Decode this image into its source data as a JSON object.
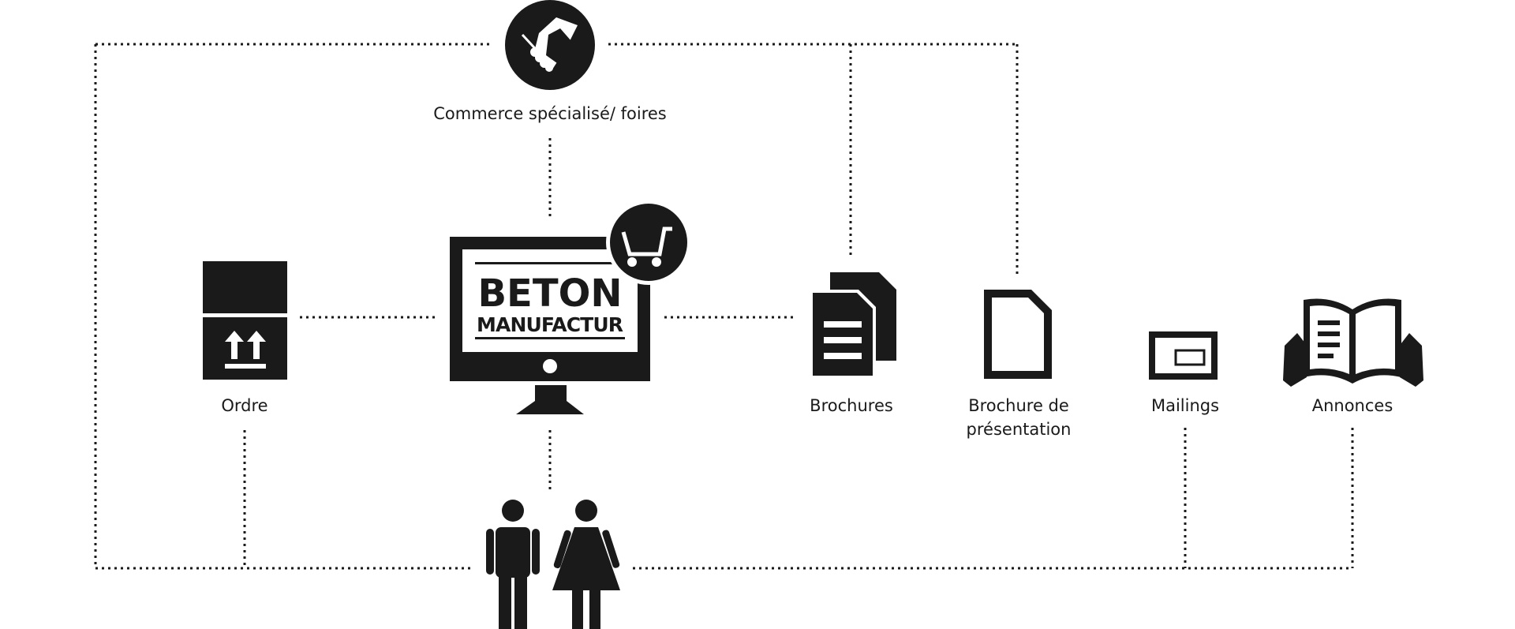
{
  "nodes": {
    "trade": {
      "label": "Commerce spécialisé/ foires",
      "icon": "handshake-icon"
    },
    "shop": {
      "logo_line1": "BETON",
      "logo_line2": "MANUFACTUR",
      "icon": "computer-shopping-cart-icon"
    },
    "order": {
      "label": "Ordre",
      "icon": "package-box-icon"
    },
    "brochures": {
      "label": "Brochures",
      "icon": "documents-icon"
    },
    "presentation": {
      "label_line1": "Brochure de",
      "label_line2": "présentation",
      "icon": "document-icon"
    },
    "mailings": {
      "label": "Mailings",
      "icon": "envelope-icon"
    },
    "ads": {
      "label": "Annonces",
      "icon": "magazine-icon"
    },
    "customers": {
      "icon": "people-icon"
    }
  },
  "colors": {
    "ink": "#1a1a1a",
    "background": "#ffffff"
  }
}
